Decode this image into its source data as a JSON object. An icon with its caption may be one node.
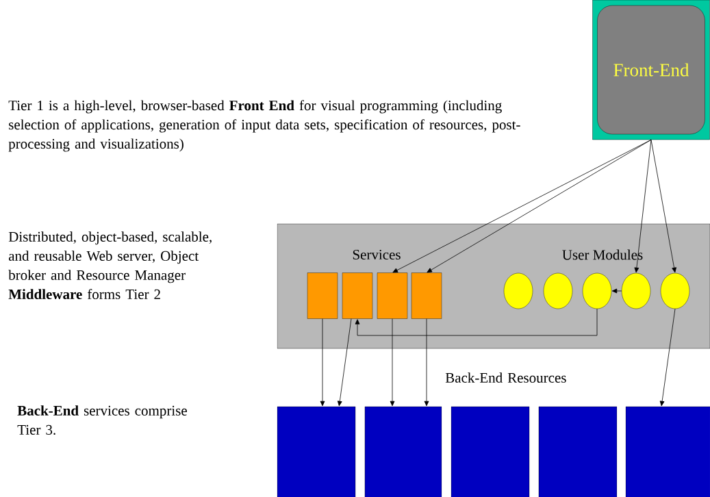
{
  "diagram": {
    "nodes": [
      {
        "text": [
          "Front-End"
        ]
      },
      {
        "text": [
          "Services",
          "User Modules"
        ]
      },
      {
        "text": [],
        "shape": "box",
        "in": 1
      },
      {
        "text": [],
        "shape": "box",
        "in": 1
      },
      {
        "text": [],
        "shape": "box",
        "in": 1
      },
      {
        "text": [],
        "shape": "box",
        "in": 1
      },
      {
        "text": [],
        "shape": "circle",
        "in": 1
      },
      {
        "text": [],
        "shape": "circle",
        "in": 1
      },
      {
        "text": [],
        "shape": "circle",
        "in": 1
      },
      {
        "text": [],
        "shape": "circle",
        "in": 1
      },
      {
        "text": [],
        "shape": "circle",
        "in": 1
      },
      {
        "text": [],
        "shape": "box"
      },
      {
        "text": [],
        "shape": "box"
      },
      {
        "text": [],
        "shape": "box"
      },
      {
        "text": [],
        "shape": "box"
      },
      {
        "text": [],
        "shape": "box"
      }
    ],
    "edges": [
      {
        "from": 0,
        "to": 4,
        "arrow": "to"
      },
      {
        "from": 0,
        "to": 5,
        "arrow": "to"
      },
      {
        "from": 0,
        "to": 9,
        "arrow": "to"
      },
      {
        "from": 0,
        "to": 10,
        "arrow": "to"
      },
      {
        "from": 9,
        "to": 8,
        "arrow": "to"
      },
      {
        "from": 8,
        "to": 3,
        "arrow": "to"
      },
      {
        "from": 2,
        "to": 11,
        "arrow": "to"
      },
      {
        "from": 3,
        "to": 11,
        "arrow": "to"
      },
      {
        "from": 4,
        "to": 12,
        "arrow": "to"
      },
      {
        "from": 5,
        "to": 12,
        "arrow": "to"
      },
      {
        "from": 10,
        "to": 15,
        "arrow": "to"
      }
    ],
    "labels": [
      "Tier 1 is a high-level, browser-based **Front End** for visual programming (including selection of applications, generation of input data sets, specification of resources, post-processing and visualizations)",
      "Distributed, object-based, scalable, and reusable Web server, Object broker and Resource Manager **Middleware** forms Tier 2",
      "Back-End Resources",
      "**Back-End** services comprise Tier 3."
    ]
  }
}
